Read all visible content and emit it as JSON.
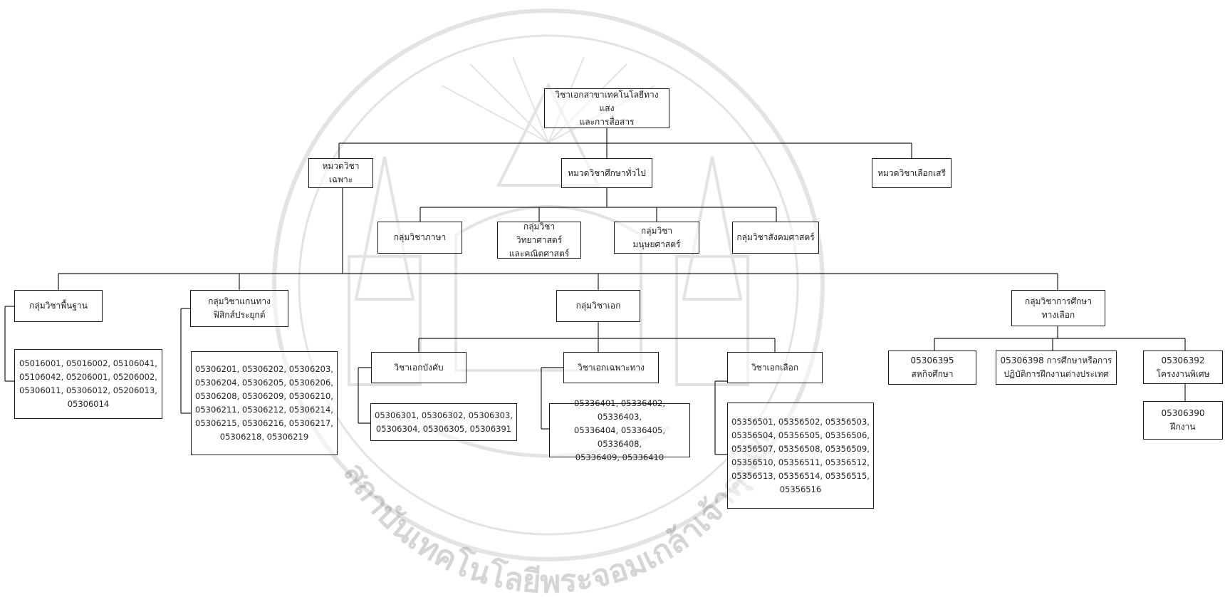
{
  "watermark": {
    "arc_text": "สถาบันเทคโนโลยีพระจอมเกล้าเจ้าคุณทหารลาดกระบัง"
  },
  "root": "วิชาเอกสาขาเทคโนโลยีทางแสง\nและการสื่อสาร",
  "categories": {
    "specific": "หมวดวิชาเฉพาะ",
    "general": "หมวดวิชาศึกษาทั่วไป",
    "elective": "หมวดวิชาเลือกเสรี"
  },
  "general_groups": {
    "language": "กลุ่มวิชาภาษา",
    "science_math": "กลุ่มวิชาวิทยาศาสตร์\nและคณิตศาสตร์",
    "humanities": "กลุ่มวิชามนุษยศาสตร์",
    "social": "กลุ่มวิชาสังคมศาสตร์"
  },
  "specific_groups": {
    "basic": {
      "label": "กลุ่มวิชาพื้นฐาน",
      "codes": "05016001, 05016002, 05106041,\n05106042, 05206001, 05206002,\n05306011, 05306012, 05206013,\n05306014"
    },
    "core": {
      "label": "กลุ่มวิชาแกนทาง\nฟิสิกส์ประยุกต์",
      "codes": "05306201, 05306202, 05306203,\n05306204, 05306205, 05306206,\n05306208, 05306209, 05306210,\n05306211, 05306212, 05306214,\n05306215, 05306216, 05306217,\n05306218, 05306219"
    },
    "major": {
      "label": "กลุ่มวิชาเอก",
      "required": {
        "label": "วิชาเอกบังคับ",
        "codes": "05306301, 05306302, 05306303,\n05306304, 05306305, 05306391"
      },
      "specialized": {
        "label": "วิชาเอกเฉพาะทาง",
        "codes": "05336401, 05336402, 05336403,\n05336404, 05336405, 05336408,\n05336409, 05336410"
      },
      "elective": {
        "label": "วิชาเอกเลือก",
        "codes": "05356501, 05356502, 05356503,\n05356504, 05356505, 05356506,\n05356507, 05356508, 05356509,\n05356510, 05356511, 05356512,\n05356513, 05356514, 05356515,\n05356516"
      }
    },
    "optional": {
      "label": "กลุ่มวิชาการศึกษา\nทางเลือก",
      "coop": "05306395\nสหกิจศึกษา",
      "abroad": "05306398 การศึกษาหรือการ\nปฏิบัติการฝึกงานต่างประเทศ",
      "project": "05306392\nโครงงานพิเศษ",
      "training": "05306390\nฝึกงาน"
    }
  }
}
